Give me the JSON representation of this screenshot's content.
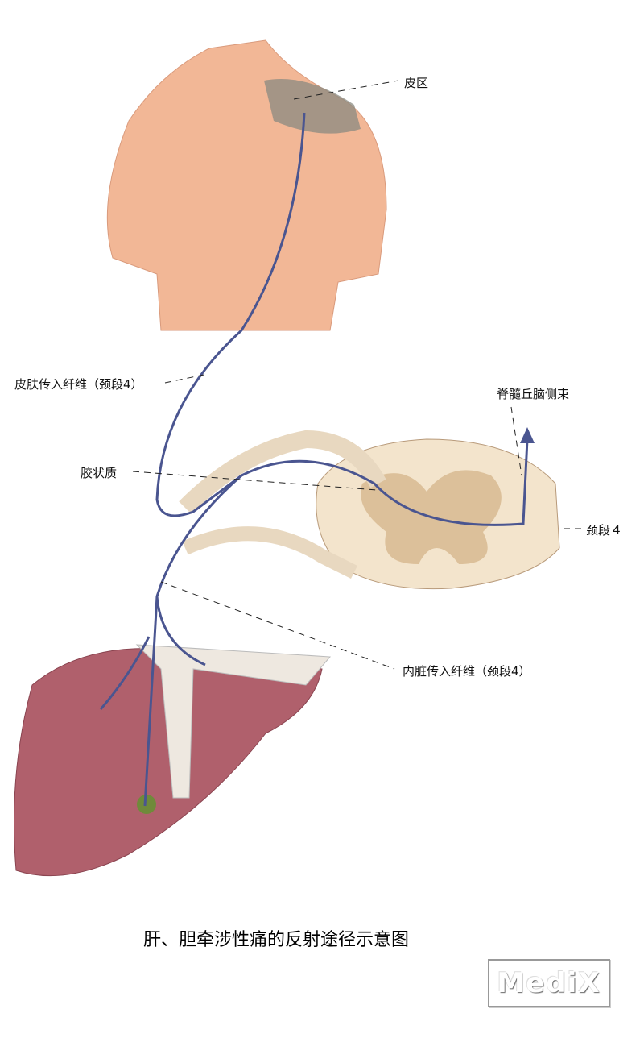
{
  "labels": {
    "dermatome": "皮区",
    "skin_afferent": "皮肤传入纤维（颈段4）",
    "spinothalamic": "脊髓丘脑侧束",
    "substantia_gelatinosa": "胶状质",
    "cervical_segment": "颈段４",
    "visceral_afferent": "内脏传入纤维（颈段4）"
  },
  "title": "肝、胆牵涉性痛的反射途径示意图",
  "watermark": "MediX",
  "colors": {
    "nerve": "#4a5590",
    "skin": "#f2b796",
    "liver": "#b0606c",
    "cord": "#f3e4cc"
  }
}
